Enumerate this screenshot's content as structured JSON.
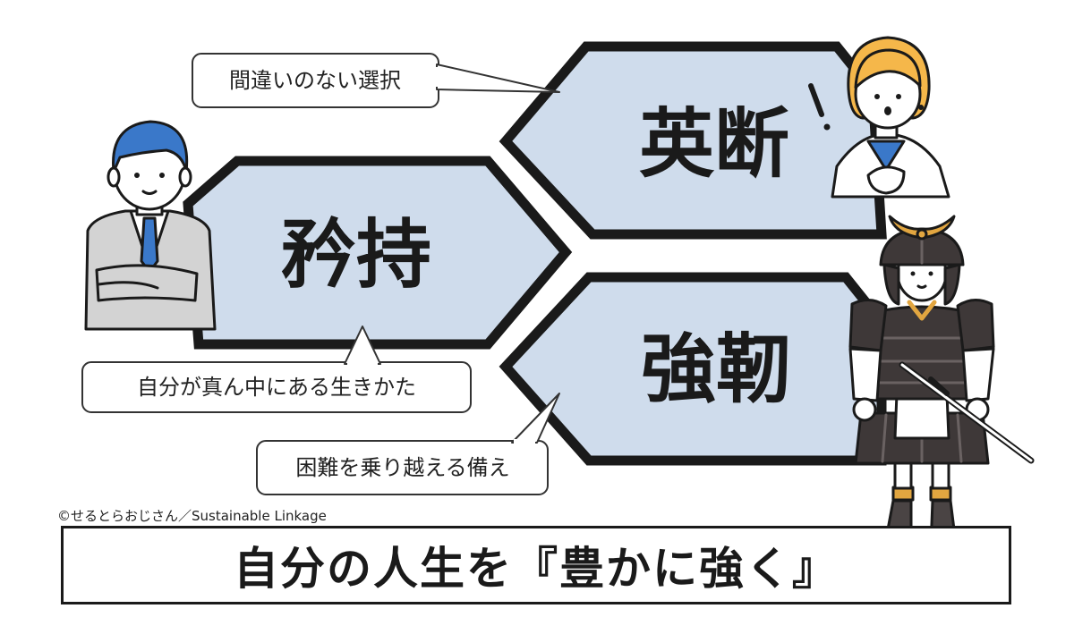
{
  "hexagons": {
    "eidan": "英断",
    "kyoji": "矜持",
    "kyojin": "強靭"
  },
  "bubbles": {
    "eidan_note": "間違いのない選択",
    "kyoji_note": "自分が真ん中にある生きかた",
    "kyojin_note": "困難を乗り越える備え"
  },
  "credit": "©せるとらおじさん／Sustainable Linkage",
  "banner": "自分の人生を『豊かに強く』",
  "colors": {
    "hex_fill": "#cfdcec",
    "outline": "#1a1a1a",
    "businessman_hair": "#3a78c9",
    "woman_hair": "#f5b74a",
    "samurai_armor": "#3e3838",
    "samurai_gold": "#e2a640"
  },
  "characters": {
    "left": "businessman-illustration",
    "top_right": "woman-illustration",
    "bottom_right": "samurai-illustration",
    "exclamation": "exclamation-icon"
  }
}
